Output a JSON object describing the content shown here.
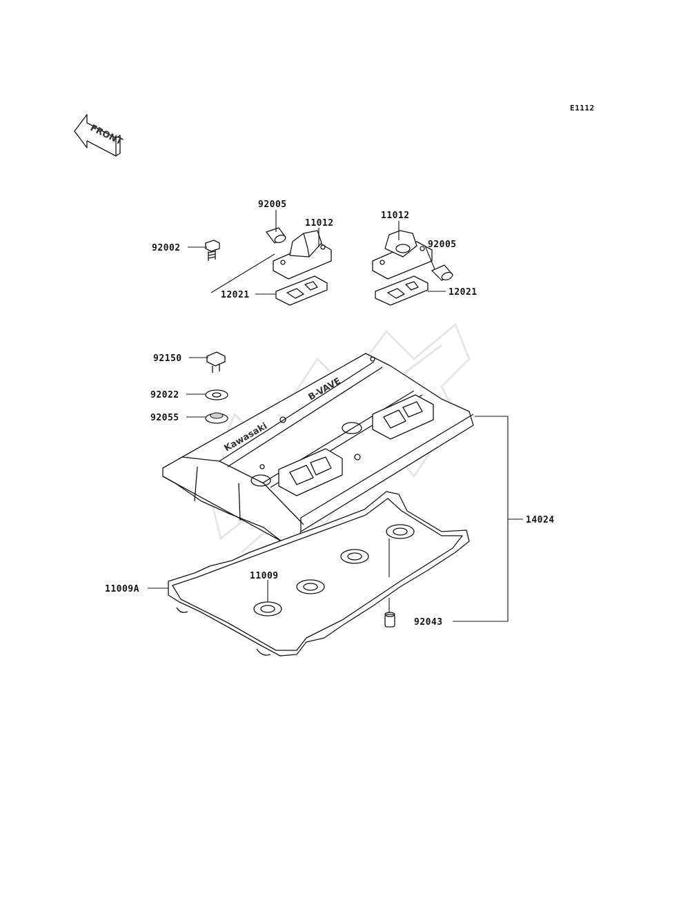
{
  "diagram": {
    "code": "E1112",
    "front_label": "FRONT",
    "logo_text_1": "Kawasaki",
    "logo_text_2": "B-VAVE",
    "parts": [
      {
        "id": "p92005a",
        "label": "92005"
      },
      {
        "id": "p11012a",
        "label": "11012"
      },
      {
        "id": "p11012b",
        "label": "11012"
      },
      {
        "id": "p92005b",
        "label": "92005"
      },
      {
        "id": "p92002",
        "label": "92002"
      },
      {
        "id": "p12021a",
        "label": "12021"
      },
      {
        "id": "p12021b",
        "label": "12021"
      },
      {
        "id": "p92150",
        "label": "92150"
      },
      {
        "id": "p92022",
        "label": "92022"
      },
      {
        "id": "p92055",
        "label": "92055"
      },
      {
        "id": "p14024",
        "label": "14024"
      },
      {
        "id": "p11009",
        "label": "11009"
      },
      {
        "id": "p11009A",
        "label": "11009A"
      },
      {
        "id": "p92043",
        "label": "92043"
      }
    ]
  }
}
